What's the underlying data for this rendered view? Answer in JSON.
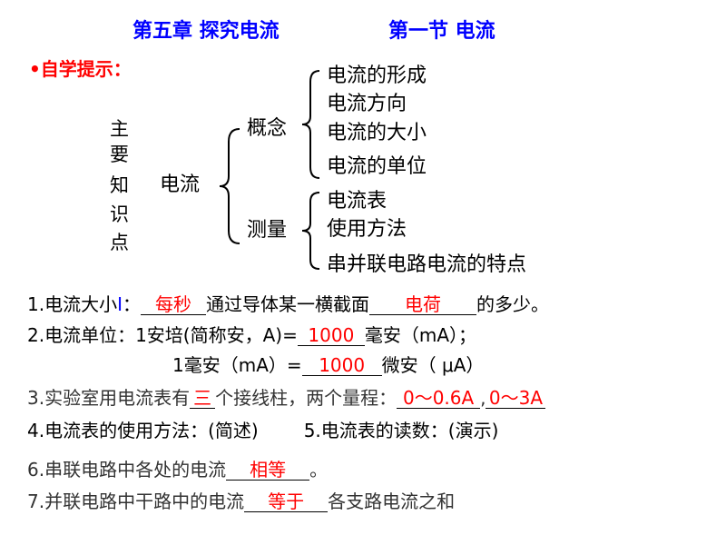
{
  "header": {
    "chapter": "第五章  探究电流",
    "section": "第一节   电流"
  },
  "hint": "•自学提示：",
  "mindmap": {
    "vertical_label": [
      "主",
      "要",
      "知",
      "识",
      "点"
    ],
    "root": "电流",
    "concept": {
      "label": "概念",
      "items": [
        "电流的形成",
        "电流方向",
        "电流的大小",
        "电流的单位"
      ]
    },
    "measure": {
      "label": "测量",
      "items": [
        "电流表",
        "使用方法",
        "串并联电路电流的特点"
      ]
    }
  },
  "lines": {
    "l1": {
      "a": "1.电流大小",
      "sym": "I",
      "b": "：",
      "blank1": "每秒",
      "c": "通过导体某一横截面",
      "blank2": "电荷",
      "d": "的多少。"
    },
    "l2": {
      "a": "2.电流单位：1安培(简称安，A)=",
      "blank": "1000",
      "b": "毫安（mA）；"
    },
    "l3": {
      "a": "1毫安（mA）=",
      "blank": "1000",
      "b": "微安（ μA）"
    },
    "l4": {
      "a": "3.实验室用电流表有",
      "blank1": "三",
      "b": "个接线柱，两个量程：",
      "blank2": "0～0.6A",
      "sep": ",",
      "blank3": "0～3A"
    },
    "l5": {
      "a": "4.电流表的使用方法：(简述)",
      "b": "5.电流表的读数：(演示)"
    },
    "l6": {
      "a": "6.串联电路中各处的电流",
      "blank": "相等",
      "b": "。"
    },
    "l7": {
      "a": "7.并联电路中干路中的电流",
      "blank": "等于",
      "b": "各支路电流之和"
    }
  }
}
